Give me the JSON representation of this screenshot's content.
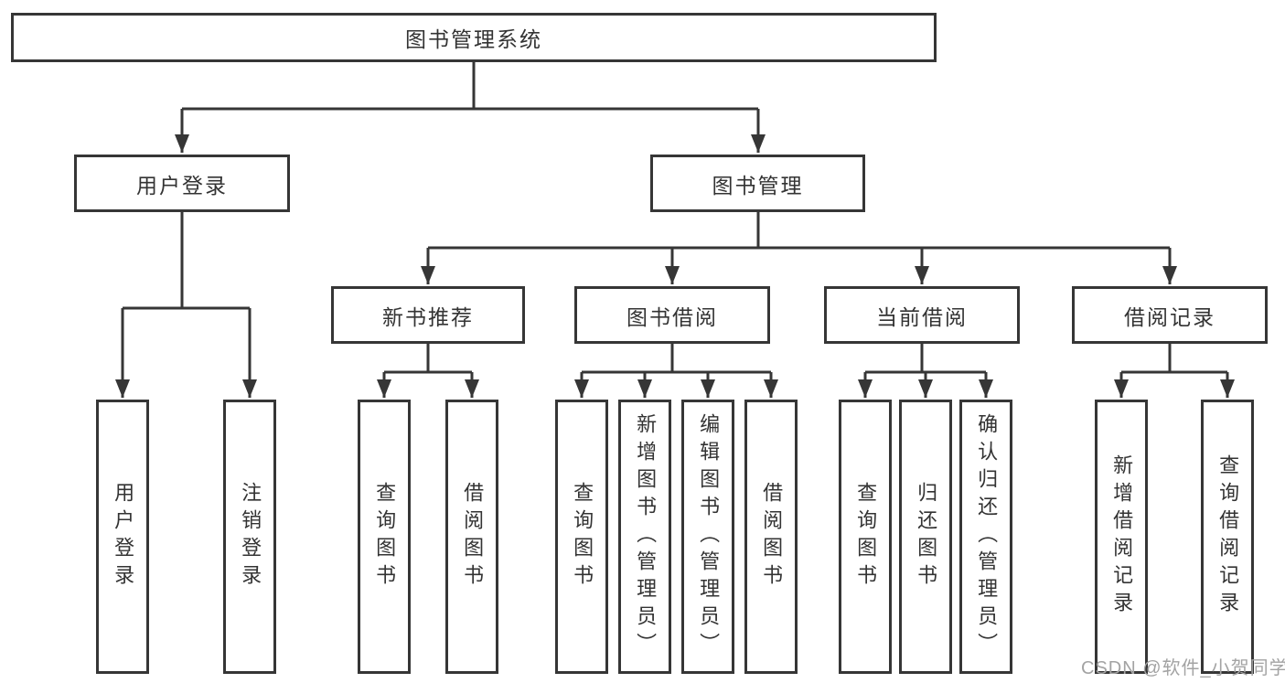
{
  "page": {
    "background": "#ffffff"
  },
  "colors": {
    "line": "#363636",
    "box_border": "#363636",
    "text": "#333333",
    "watermark": "#a3a3a3"
  },
  "tree": {
    "root": {
      "label": "图书管理系统"
    },
    "branches": [
      {
        "label": "用户登录",
        "children": [
          {
            "label": "用户登录"
          },
          {
            "label": "注销登录"
          }
        ]
      },
      {
        "label": "图书管理",
        "children": [
          {
            "label": "新书推荐",
            "children": [
              {
                "label": "查询图书"
              },
              {
                "label": "借阅图书"
              }
            ]
          },
          {
            "label": "图书借阅",
            "children": [
              {
                "label": "查询图书"
              },
              {
                "label": "新增图书（管理员）"
              },
              {
                "label": "编辑图书（管理员）"
              },
              {
                "label": "借阅图书"
              }
            ]
          },
          {
            "label": "当前借阅",
            "children": [
              {
                "label": "查询图书"
              },
              {
                "label": "归还图书"
              },
              {
                "label": "确认归还（管理员）"
              }
            ]
          },
          {
            "label": "借阅记录",
            "children": [
              {
                "label": "新增借阅记录"
              },
              {
                "label": "查询借阅记录"
              }
            ]
          }
        ]
      }
    ]
  },
  "watermark": {
    "text": "CSDN @软件_小贺同学"
  }
}
